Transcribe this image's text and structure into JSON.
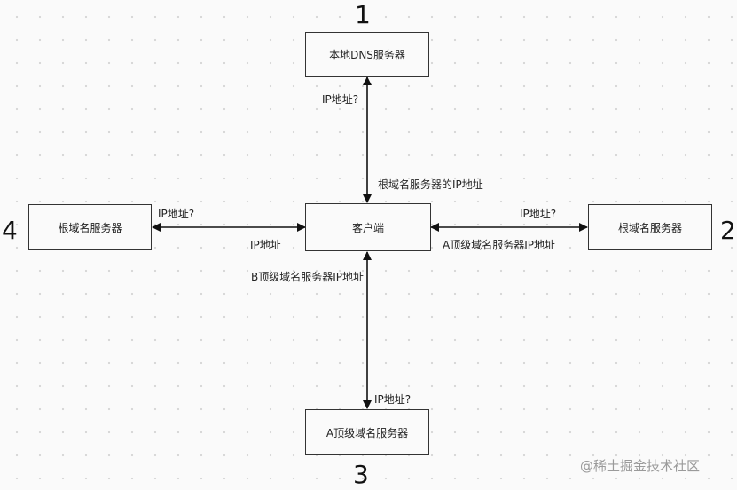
{
  "nodes": {
    "local_dns": "本地DNS服务器",
    "client": "客户端",
    "root_left": "根域名服务器",
    "root_right": "根域名服务器",
    "tld_a": "A顶级域名服务器"
  },
  "numbers": {
    "n1": "1",
    "n2": "2",
    "n3": "3",
    "n4": "4"
  },
  "edge_labels": {
    "up_query": "IP地址?",
    "up_answer": "根域名服务器的IP地址",
    "right_query": "IP地址?",
    "right_answer": "A顶级域名服务器IP地址",
    "left_query": "IP地址?",
    "left_answer": "IP地址",
    "down_answer": "B顶级域名服务器IP地址",
    "down_query": "IP地址?"
  },
  "watermark": "@稀土掘金技术社区"
}
